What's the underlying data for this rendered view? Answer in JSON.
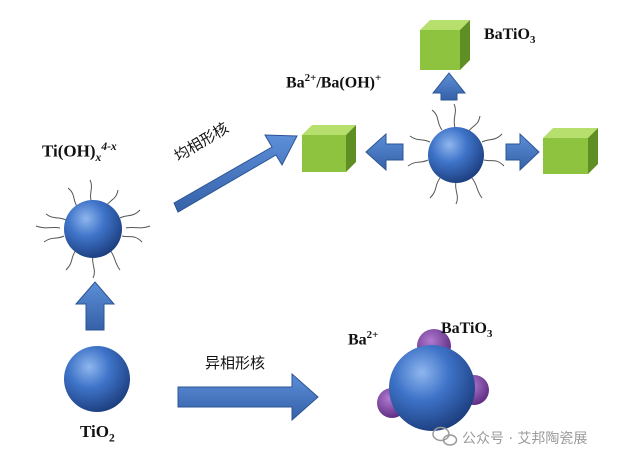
{
  "labels": {
    "batio3_top": "BaTiO",
    "batio3_top_sub": "3",
    "ba_oh_prefix": "Ba",
    "ba_oh_sup1": "2+",
    "ba_oh_mid": "/Ba(OH)",
    "ba_oh_sup2": "+",
    "tioh_main": "Ti(OH)",
    "tioh_x": "x",
    "tioh_sup": "4-x",
    "homogeneous": "均相形核",
    "heterogeneous": "异相形核",
    "tio2_main": "TiO",
    "tio2_sub": "2",
    "ba2_prefix": "Ba",
    "ba2_sup": "2+",
    "batio3_bottom": "BaTiO",
    "batio3_bottom_sub": "3"
  },
  "watermark": {
    "text": "公众号 · 艾邦陶瓷展"
  },
  "colors": {
    "sphere": "#3d72c6",
    "arrow": "#3f6fb8",
    "cube": "#8ec33f",
    "purple": "#7a3fa0"
  }
}
